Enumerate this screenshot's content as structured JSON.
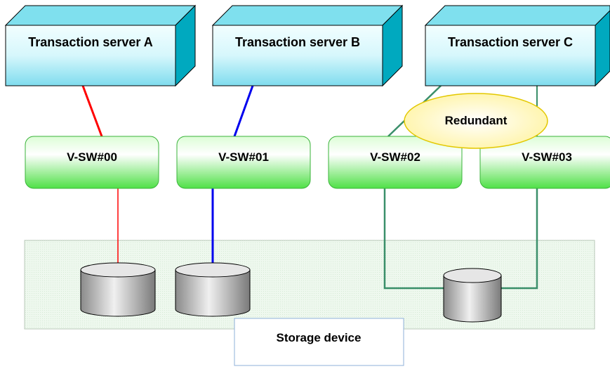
{
  "diagram": {
    "servers": [
      {
        "label": "Transaction server A"
      },
      {
        "label": "Transaction server B"
      },
      {
        "label": "Transaction server C"
      }
    ],
    "switches": [
      {
        "label": "V-SW#00"
      },
      {
        "label": "V-SW#01"
      },
      {
        "label": "V-SW#02"
      },
      {
        "label": "V-SW#03"
      }
    ],
    "redundant_label": "Redundant",
    "storage_label": "Storage device",
    "colors": {
      "line_a": "#ff0000",
      "line_b": "#0000ee",
      "line_c": "#3a8f6a",
      "server_fill": "#c8f4fa",
      "server_side": "#00a0b8",
      "switch_fill": "#aef5a0",
      "storage_area": "#eaf5ea",
      "redundant_fill": "#fff7b0"
    }
  }
}
